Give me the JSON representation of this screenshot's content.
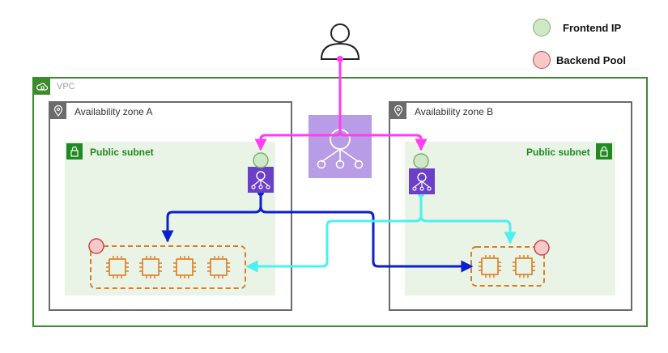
{
  "legend": {
    "frontend_ip": {
      "label": "Frontend IP",
      "color": "#cfe8c6",
      "stroke": "#7ab36b"
    },
    "backend_pool": {
      "label": "Backend Pool",
      "color": "#f5c9c9",
      "stroke": "#c04a4a"
    }
  },
  "vpc": {
    "label": "VPC",
    "color": "#3d8b2f"
  },
  "zones": [
    {
      "label": "Availability zone A",
      "subnet_label": "Public subnet"
    },
    {
      "label": "Availability zone B",
      "subnet_label": "Public subnet"
    }
  ],
  "colors": {
    "user_traffic": "#ff3cf5",
    "zone_a_traffic": "#0a1fd0",
    "zone_b_traffic": "#4cf0f0",
    "load_balancer": "#6b3fc8",
    "instance": "#e07b1f",
    "subnet_text": "#1f8a1f"
  },
  "icons": {
    "user": "user-icon",
    "load_balancer": "network-load-balancer-icon",
    "instance": "ec2-instance-icon",
    "location": "location-pin-icon",
    "lock": "lock-icon",
    "cloud": "cloud-icon"
  }
}
